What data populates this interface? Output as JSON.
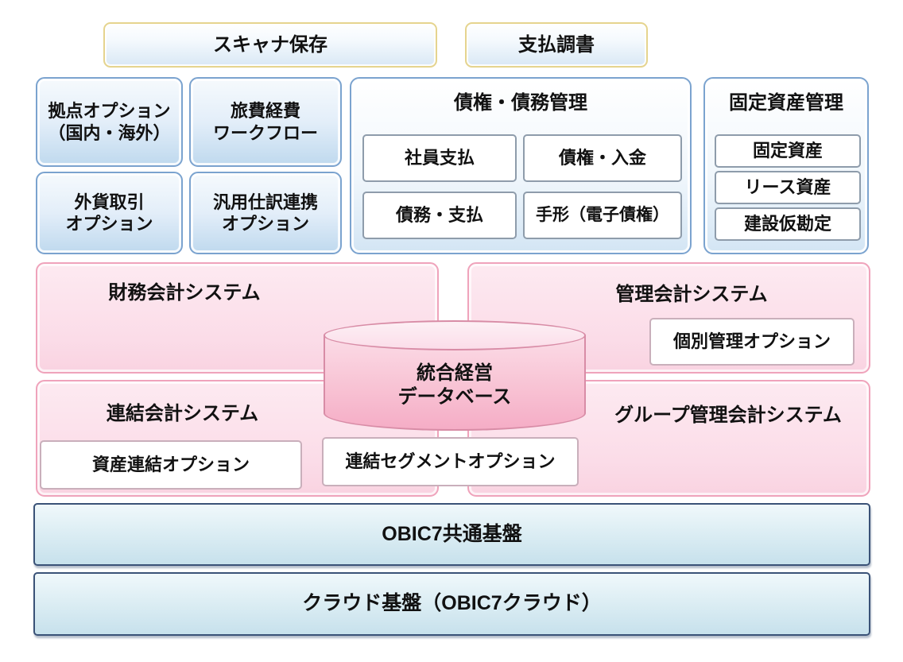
{
  "page": {
    "background": "#ffffff"
  },
  "colors": {
    "gold_border": "#e5d48e",
    "blue_border": "#7ba3cf",
    "blue_fill": "#bfd9ee",
    "navy_border": "#3a5277",
    "cyan_fill": "#c7e1ec",
    "pink_border": "#efa3bb",
    "pink_fill": "#fbdce8",
    "cylinder_border": "#d88ca6",
    "cylinder_fill": "#f8c3d4",
    "white_box_border_blue": "#8e9cab",
    "white_box_border_pink": "#c9afbb",
    "text": "#111111"
  },
  "top_badges": [
    {
      "label": "スキャナ保存"
    },
    {
      "label": "支払調書"
    }
  ],
  "blue_options": [
    {
      "label": "拠点オプション\n（国内・海外）"
    },
    {
      "label": "旅費経費\nワークフロー"
    },
    {
      "label": "外貨取引\nオプション"
    },
    {
      "label": "汎用仕訳連携\nオプション"
    }
  ],
  "receivables_group": {
    "title": "債権・債務管理",
    "items": [
      {
        "label": "社員支払"
      },
      {
        "label": "債権・入金"
      },
      {
        "label": "債務・支払"
      },
      {
        "label": "手形（電子債権）"
      }
    ]
  },
  "fixed_assets_group": {
    "title": "固定資産管理",
    "items": [
      {
        "label": "固定資産"
      },
      {
        "label": "リース資産"
      },
      {
        "label": "建設仮勘定"
      }
    ]
  },
  "pink_panels": [
    {
      "title": "財務会計システム"
    },
    {
      "title": "管理会計システム",
      "option": "個別管理オプション"
    },
    {
      "title": "連結会計システム",
      "option": "資産連結オプション"
    },
    {
      "title": "グループ管理会計システム"
    }
  ],
  "floating_option": {
    "label": "連結セグメントオプション"
  },
  "database": {
    "label": "統合経営\nデータベース"
  },
  "platform_bars": [
    {
      "label": "OBIC7共通基盤"
    },
    {
      "label": "クラウド基盤（OBIC7クラウド）"
    }
  ]
}
